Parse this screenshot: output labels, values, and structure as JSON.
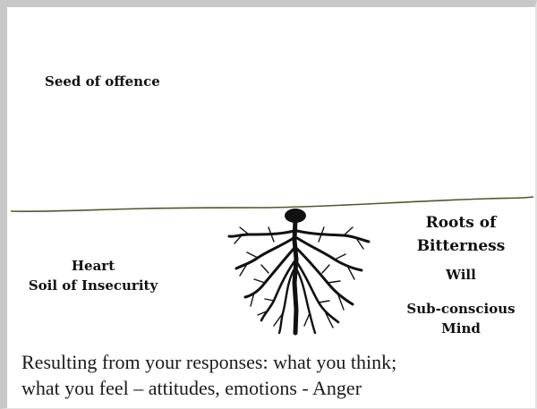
{
  "diagram": {
    "seed_label": "Seed of offence",
    "heart_label": "Heart",
    "soil_label": "Soil of Insecurity",
    "roots_label_line1": "Roots of",
    "roots_label_line2": "Bitterness",
    "will_label": "Will",
    "subconscious_line1": "Sub-conscious",
    "subconscious_line2": "Mind",
    "caption_line1": "Resulting from your responses: what you think;",
    "caption_line2": "what you feel – attitudes, emotions - Anger"
  },
  "colors": {
    "frame": "#c8c8c8",
    "ground_line": "#4d5a2c",
    "roots": "#111111",
    "text": "#111111"
  }
}
